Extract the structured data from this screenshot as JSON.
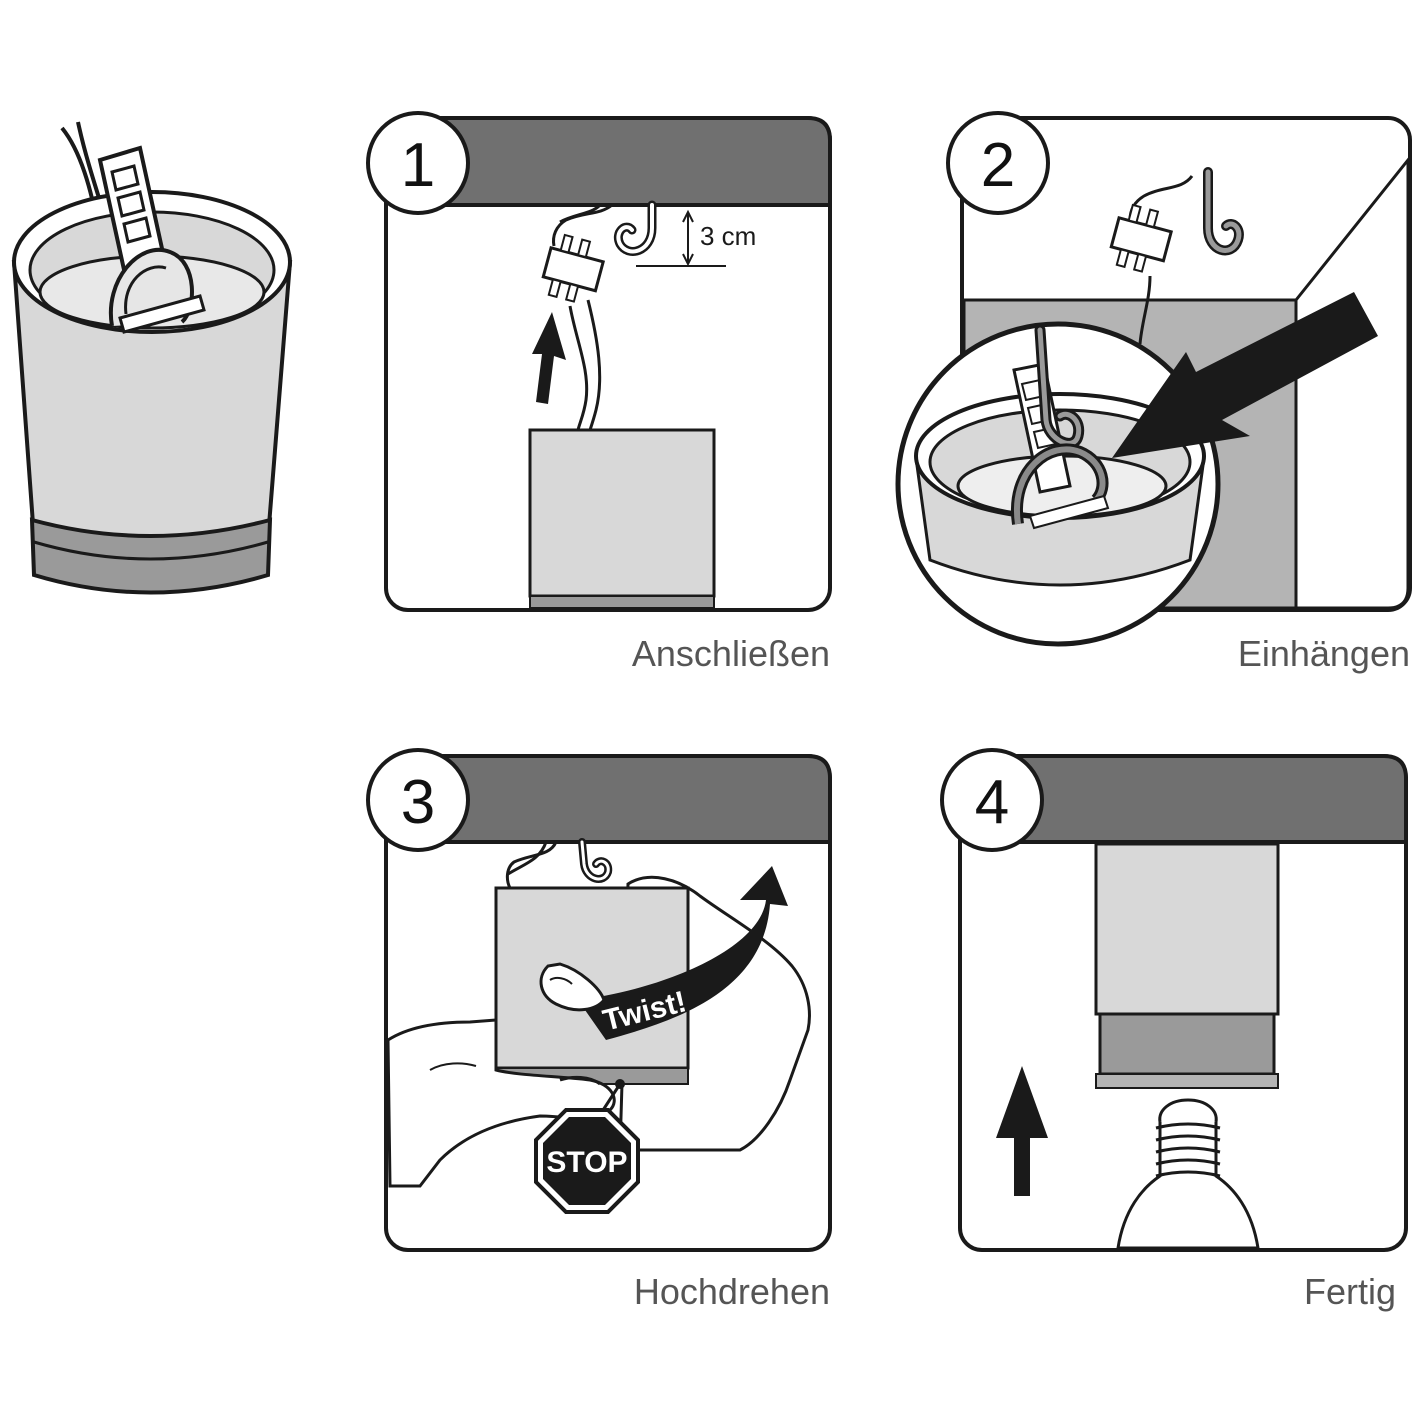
{
  "steps": [
    {
      "number": "1",
      "caption": "Anschließen"
    },
    {
      "number": "2",
      "caption": "Einhängen"
    },
    {
      "number": "3",
      "caption": "Hochdrehen"
    },
    {
      "number": "4",
      "caption": "Fertig"
    }
  ],
  "labels": {
    "distance": "3 cm",
    "twist": "Twist!",
    "stop": "STOP"
  },
  "colors": {
    "header_bar": "#707070",
    "shade_gray": "#d8d8d8",
    "ring_gray": "#9a9a9a",
    "mid_gray": "#b4b4b4",
    "stroke": "#1a1a1a"
  }
}
